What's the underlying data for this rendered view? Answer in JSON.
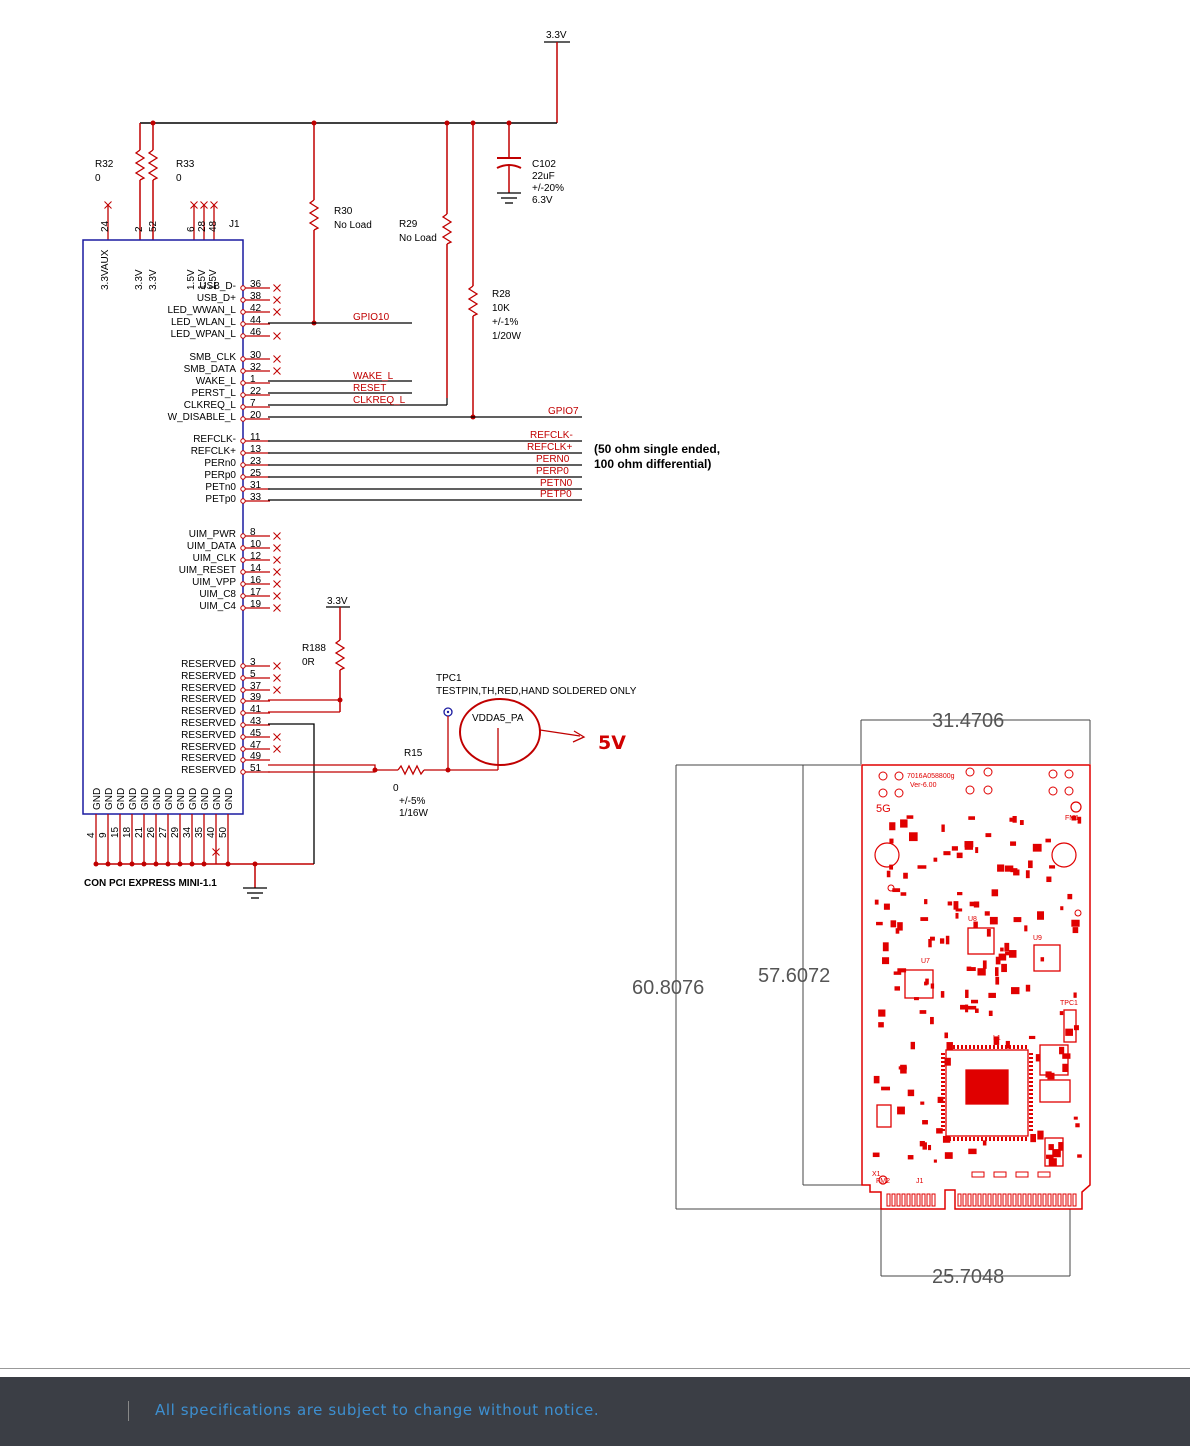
{
  "schematic": {
    "supply_label": "3.3V",
    "r32": {
      "ref": "R32",
      "value": "0"
    },
    "r33": {
      "ref": "R33",
      "value": "0"
    },
    "r30": {
      "ref": "R30",
      "value": "No Load"
    },
    "r29": {
      "ref": "R29",
      "value": "No Load"
    },
    "r28": {
      "ref": "R28",
      "value": "10K",
      "tol": "+/-1%",
      "power": "1/20W"
    },
    "c102": {
      "ref": "C102",
      "value": "22uF",
      "tol": "+/-20%",
      "volt": "6.3V"
    },
    "j1": {
      "ref": "J1",
      "part": "CON PCI EXPRESS MINI-1.1"
    },
    "top_pins": [
      {
        "num": "24",
        "name": "3.3VAUX"
      },
      {
        "num": "2",
        "name": "3.3V"
      },
      {
        "num": "52",
        "name": "3.3V"
      },
      {
        "num": "6",
        "name": "1.5V"
      },
      {
        "num": "28",
        "name": "1.5V"
      },
      {
        "num": "48",
        "name": "1.5V"
      }
    ],
    "pins": [
      {
        "name": "USB_D-",
        "num": "36"
      },
      {
        "name": "USB_D+",
        "num": "38"
      },
      {
        "name": "LED_WWAN_L",
        "num": "42"
      },
      {
        "name": "LED_WLAN_L",
        "num": "44"
      },
      {
        "name": "LED_WPAN_L",
        "num": "46"
      },
      {
        "name": "SMB_CLK",
        "num": "30"
      },
      {
        "name": "SMB_DATA",
        "num": "32"
      },
      {
        "name": "WAKE_L",
        "num": "1"
      },
      {
        "name": "PERST_L",
        "num": "22"
      },
      {
        "name": "CLKREQ_L",
        "num": "7"
      },
      {
        "name": "W_DISABLE_L",
        "num": "20"
      },
      {
        "name": "REFCLK-",
        "num": "11"
      },
      {
        "name": "REFCLK+",
        "num": "13"
      },
      {
        "name": "PERn0",
        "num": "23"
      },
      {
        "name": "PERp0",
        "num": "25"
      },
      {
        "name": "PETn0",
        "num": "31"
      },
      {
        "name": "PETp0",
        "num": "33"
      },
      {
        "name": "UIM_PWR",
        "num": "8"
      },
      {
        "name": "UIM_DATA",
        "num": "10"
      },
      {
        "name": "UIM_CLK",
        "num": "12"
      },
      {
        "name": "UIM_RESET",
        "num": "14"
      },
      {
        "name": "UIM_VPP",
        "num": "16"
      },
      {
        "name": "UIM_C8",
        "num": "17"
      },
      {
        "name": "UIM_C4",
        "num": "19"
      },
      {
        "name": "RESERVED",
        "num": "3"
      },
      {
        "name": "RESERVED",
        "num": "5"
      },
      {
        "name": "RESERVED",
        "num": "37"
      },
      {
        "name": "RESERVED",
        "num": "39"
      },
      {
        "name": "RESERVED",
        "num": "41"
      },
      {
        "name": "RESERVED",
        "num": "43"
      },
      {
        "name": "RESERVED",
        "num": "45"
      },
      {
        "name": "RESERVED",
        "num": "47"
      },
      {
        "name": "RESERVED",
        "num": "49"
      },
      {
        "name": "RESERVED",
        "num": "51"
      }
    ],
    "gnd_pins": [
      {
        "num": "4",
        "name": "GND"
      },
      {
        "num": "9",
        "name": "GND"
      },
      {
        "num": "15",
        "name": "GND"
      },
      {
        "num": "18",
        "name": "GND"
      },
      {
        "num": "21",
        "name": "GND"
      },
      {
        "num": "26",
        "name": "GND"
      },
      {
        "num": "27",
        "name": "GND"
      },
      {
        "num": "29",
        "name": "GND"
      },
      {
        "num": "34",
        "name": "GND"
      },
      {
        "num": "35",
        "name": "GND"
      },
      {
        "num": "40",
        "name": "GND"
      },
      {
        "num": "50",
        "name": "GND"
      }
    ],
    "nets": {
      "gpio10": "GPIO10",
      "wake": "WAKE_L",
      "reset": "RESET",
      "clkreq": "CLKREQ_L",
      "gpio7": "GPIO7",
      "refclk_n": "REFCLK-",
      "refclk_p": "REFCLK+",
      "pern0": "PERN0",
      "perp0": "PERP0",
      "petn0": "PETN0",
      "petp0": "PETP0"
    },
    "impedance_note_1": "(50 ohm single ended,",
    "impedance_note_2": "100 ohm differential)",
    "r188": {
      "ref": "R188",
      "value": "0R",
      "supply": "3.3V"
    },
    "tpc1": {
      "ref": "TPC1",
      "desc": "TESTPIN,TH,RED,HAND SOLDERED ONLY"
    },
    "vdda5": "VDDA5_PA",
    "five_v": "5V",
    "r15": {
      "ref": "R15",
      "value": "0",
      "tol": "+/-5%",
      "power": "1/16W"
    }
  },
  "pcb": {
    "dim_top": "31.4706",
    "dim_left": "60.8076",
    "dim_mid": "57.6072",
    "dim_bottom": "25.7048",
    "part_no": "7016A058800g",
    "version": "Ver-6.00",
    "labels": {
      "fg": "5G",
      "fm1": "FM1",
      "fm2": "FM2",
      "u7": "U7",
      "u8": "U8",
      "u9": "U9",
      "tpc1": "TPC1",
      "l1": "L1",
      "j1": "J1",
      "x1": "X1"
    }
  },
  "colors": {
    "net": "#c00000",
    "pcb": "#e00000",
    "footer_bg": "#3b3e45",
    "footer_text": "#3d8fd0",
    "five_v": "#d00000"
  },
  "footer": {
    "notice": "All specifications are subject to change without notice."
  }
}
